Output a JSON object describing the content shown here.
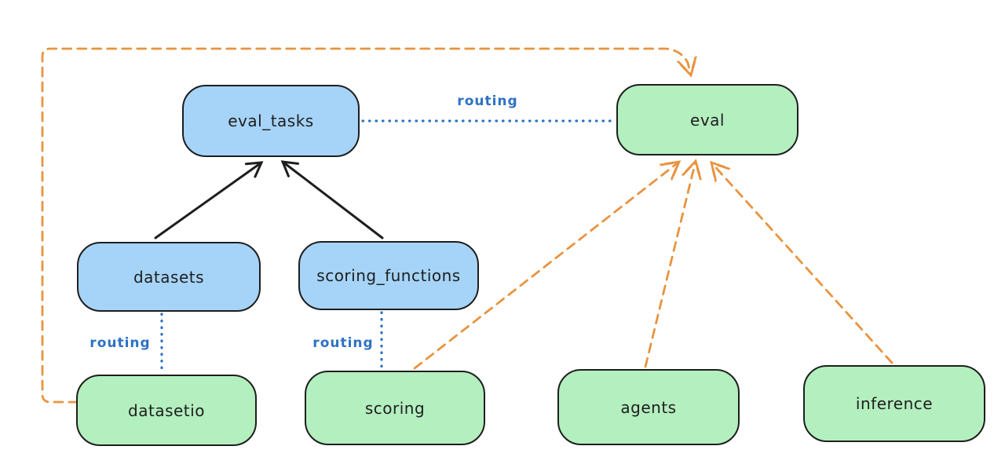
{
  "diagram": {
    "nodes": [
      {
        "id": "eval_tasks",
        "label": "eval_tasks",
        "fill": "blue"
      },
      {
        "id": "datasets",
        "label": "datasets",
        "fill": "blue"
      },
      {
        "id": "scoring_functions",
        "label": "scoring_functions",
        "fill": "blue"
      },
      {
        "id": "eval",
        "label": "eval",
        "fill": "green"
      },
      {
        "id": "datasetio",
        "label": "datasetio",
        "fill": "green"
      },
      {
        "id": "scoring",
        "label": "scoring",
        "fill": "green"
      },
      {
        "id": "agents",
        "label": "agents",
        "fill": "green"
      },
      {
        "id": "inference",
        "label": "inference",
        "fill": "green"
      }
    ],
    "edges": [
      {
        "from": "datasets",
        "to": "eval_tasks",
        "style": "solid-arrow",
        "color": "black"
      },
      {
        "from": "scoring_functions",
        "to": "eval_tasks",
        "style": "solid-arrow",
        "color": "black"
      },
      {
        "from": "eval_tasks",
        "to": "eval",
        "style": "dotted",
        "color": "blue",
        "label": "routing"
      },
      {
        "from": "datasets",
        "to": "datasetio",
        "style": "dotted",
        "color": "blue",
        "label": "routing"
      },
      {
        "from": "scoring_functions",
        "to": "scoring",
        "style": "dotted",
        "color": "blue",
        "label": "routing"
      },
      {
        "from": "datasetio",
        "to": "eval",
        "style": "dashed-arrow",
        "color": "orange"
      },
      {
        "from": "scoring",
        "to": "eval",
        "style": "dashed-arrow",
        "color": "orange"
      },
      {
        "from": "agents",
        "to": "eval",
        "style": "dashed-arrow",
        "color": "orange"
      },
      {
        "from": "inference",
        "to": "eval",
        "style": "dashed-arrow",
        "color": "orange"
      }
    ],
    "colors": {
      "node_blue_fill": "#a6d4f8",
      "node_green_fill": "#b4efbf",
      "node_stroke": "#1e1e1e",
      "text": "#1e1e1e",
      "routing_blue": "#2e72c2",
      "orange": "#e89440",
      "background": "#ffffff"
    }
  }
}
